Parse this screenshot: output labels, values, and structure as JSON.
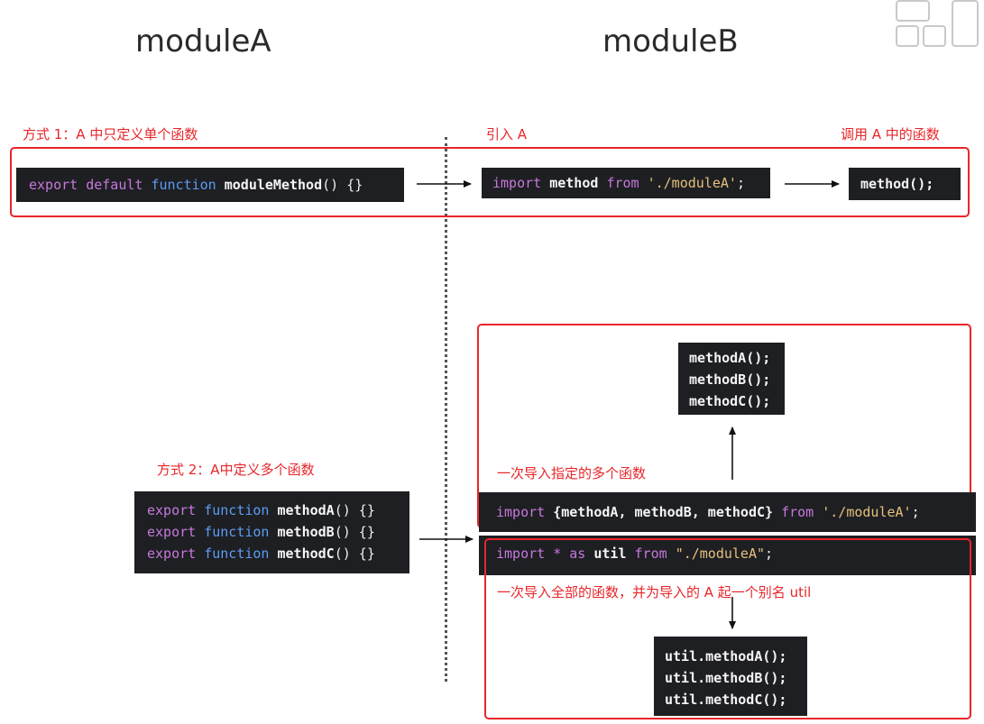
{
  "headings": {
    "module_a": "moduleA",
    "module_b": "moduleB"
  },
  "way1": {
    "label": "方式 1：A 中只定义单个函数",
    "import_label": "引入 A",
    "call_label": "调用 A 中的函数",
    "export_code": {
      "kw1": "export",
      "kw2": "default",
      "kw3": "function",
      "name": "moduleMethod",
      "rest": "() {}"
    },
    "import_code": {
      "kw1": "import",
      "name": "method",
      "kw2": "from",
      "str": "'./moduleA'",
      "end": ";"
    },
    "call_code": "method();"
  },
  "way2": {
    "label": "方式 2：A中定义多个函数",
    "export_lines": [
      {
        "kw1": "export",
        "kw2": "function",
        "name": "methodA",
        "rest": "() {}"
      },
      {
        "kw1": "export",
        "kw2": "function",
        "name": "methodB",
        "rest": "() {}"
      },
      {
        "kw1": "export",
        "kw2": "function",
        "name": "methodC",
        "rest": "() {}"
      }
    ],
    "named_label": "一次导入指定的多个函数",
    "named_import": {
      "kw1": "import",
      "names": "{methodA, methodB, methodC}",
      "kw2": "from",
      "str": "'./moduleA'",
      "end": ";"
    },
    "named_calls": [
      "methodA();",
      "methodB();",
      "methodC();"
    ],
    "all_label": "一次导入全部的函数，并为导入的 A 起一个别名 util",
    "all_import": {
      "kw1": "import",
      "star": "*",
      "kw2": "as",
      "name": "util",
      "kw3": "from",
      "str": "\"./moduleA\"",
      "end": ";"
    },
    "util_calls": [
      "util.methodA();",
      "util.methodB();",
      "util.methodC();"
    ]
  },
  "colors": {
    "accent_red": "#e8262a",
    "code_bg": "#1e1f22",
    "keyword": "#c678dd",
    "function_kw": "#5c9cf5",
    "string": "#e5c07b"
  },
  "icons": [
    "logo-icon"
  ]
}
